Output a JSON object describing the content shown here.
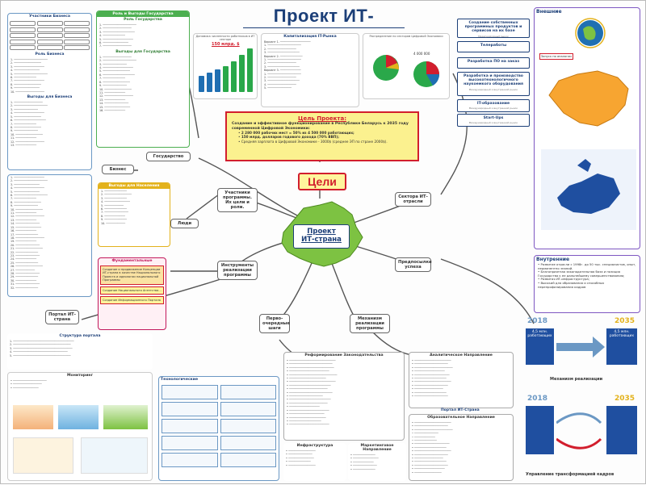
{
  "title": "Проект ИТ-страна",
  "center": "Проект\nИТ-страна",
  "goals_label": "Цели",
  "hubs": {
    "state": "Государство",
    "business": "Бизнес",
    "people": "Люди",
    "participants": "Участники программы. Их цели и роли.",
    "sectors": "Сектора ИТ-отрасли",
    "instruments": "Инструменты реализации программы",
    "prerequisites": "Предпосылки успеха",
    "portal": "Портал ИТ-страна",
    "priority": "Перво-очередные шаги",
    "mechanism": "Механизм реализации программы"
  },
  "state_panel": {
    "title": "Роль и Выгоды Государства",
    "subtitle": "Роль Государства",
    "benefits_title": "Выгоды для Государства"
  },
  "business_panel": {
    "title": "Участники Бизнеса",
    "roles": "Роль Бизнеса",
    "benefits": "Выгоды для Бизнеса"
  },
  "people_panel": {
    "title": "Выгоды для Населения"
  },
  "fundamental": {
    "title": "Фундаментальные",
    "items": [
      "Создание и продвижение Концепции ИТ-страна в качестве Национального Проекта и идеологии национальной Программы",
      "Создание Национального Агентства...",
      "Создание Информационного Портала"
    ]
  },
  "charts": {
    "c1_title": "Динамика численности работников в ИТ секторе",
    "c1_label": "150 млрд. $",
    "c2_title": "Капитализация IT-Рынка",
    "c3_title": "Распределение по секторам Цифровой Экономики",
    "c3_label": "4 000 000"
  },
  "goal_box": {
    "title": "Цель Проекта:",
    "text": "Создание и эффективное функционирование в Республике Беларусь к 2035 году современной Цифровой Экономики:",
    "items": [
      "2 280 000 рабочих мест = 50% из 4 500 000 работающих;",
      "150 млрд. долларов годового дохода (70% ВВП);",
      "Средняя зарплата в Цифровой Экономике - 3000$ (среднее ЭП по стране 2000$)."
    ]
  },
  "sectors": [
    {
      "label": "Создание собственных программных продуктов и сервисов на их базе",
      "sub": "Международный рынок"
    },
    {
      "label": "Телеработы",
      "sub": ""
    },
    {
      "label": "Разработка ПО на заказ",
      "sub": ""
    },
    {
      "label": "Разработка и производство высокотехнологичного наукоемкого оборудования",
      "sub": "Международный и внутренний рынок"
    },
    {
      "label": "IT-образование",
      "sub": "Международный и внутренний рынок"
    },
    {
      "label": "Start-Ups",
      "sub": "Международный и внутренний рынок"
    }
  ],
  "external": {
    "title": "Внешние",
    "note": "Запуск по аналогии"
  },
  "internal": {
    "title": "Внутренние",
    "items": [
      "Развитие отрасли с 1998г. до 50 тыс. специалистов, опыт, перманентно знаний.",
      "Благоприятная законодательная база и позиция Государства к ее дальнейшему совершенствованию;",
      "Развитая ИТ-инфраструктура;",
      "Высокий для образования и способных перепрофилирования кадров"
    ]
  },
  "mechanism": {
    "title": "Механизм реализации",
    "y1": "2018",
    "y2": "2035",
    "v1": "4,5 млн. работающих",
    "v2": "4,5 млн. работающих"
  },
  "transform": {
    "title": "Управление трансформацией кадров",
    "y1": "2018",
    "y2": "2035"
  },
  "bottom": {
    "portal_structure": "Структура портала",
    "monitoring": "Мониторинг",
    "tech": "Технологические",
    "reform": "Реформирование Законодательства",
    "analytics": "Аналитическое Направление",
    "infra": "Инфраструктура",
    "marketing": "Маркетинговое Направление",
    "edu": "Образовательное Направление",
    "portal_line": "Портал ИТ-Страна"
  },
  "colors": {
    "accent": "#d21e2d",
    "blue": "#1c3f78",
    "green_map": "#7dc242",
    "gold": "#e3b21c"
  }
}
